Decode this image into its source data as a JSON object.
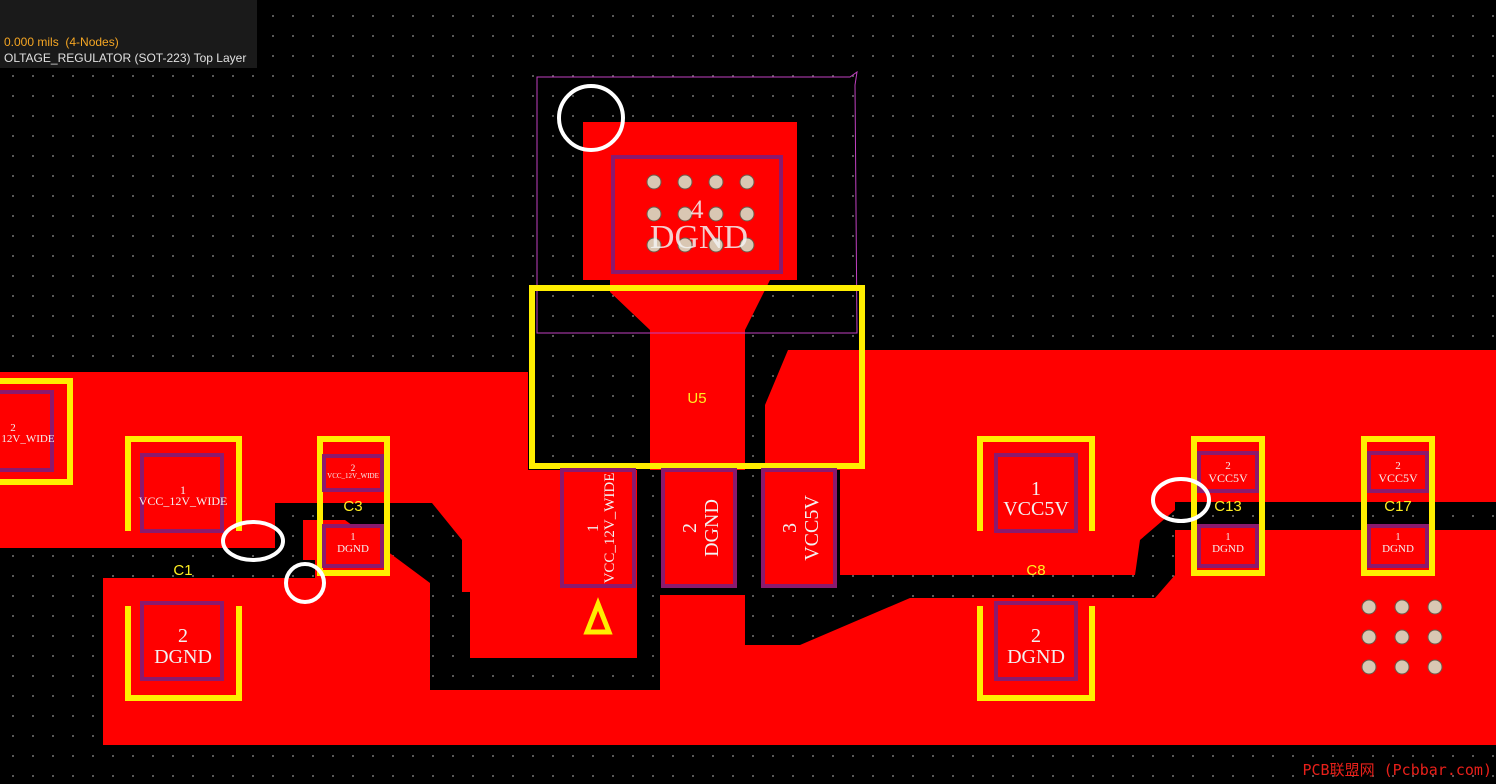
{
  "info": {
    "line1": "0.000 mils  (4-Nodes)",
    "line2": "OLTAGE_REGULATOR (SOT-223) Top Layer"
  },
  "colors": {
    "copper": "#ff0000",
    "pad_border": "#8b1a6e",
    "overlay": "#ffee00",
    "courtyard": "#c040c0",
    "background": "#000000",
    "marker": "#ffffff"
  },
  "designators": {
    "u5": "U5",
    "c1": "C1",
    "c3": "C3",
    "c8": "C8",
    "c13": "C13",
    "c17": "C17"
  },
  "pads": {
    "u5_4_num": "4",
    "u5_4_net": "DGND",
    "u5_1_num": "1",
    "u5_1_net": "VCC_12V_WIDE",
    "u5_2_num": "2",
    "u5_2_net": "DGND",
    "u5_3_num": "3",
    "u5_3_net": "VCC5V",
    "left_num": "2",
    "left_net": "12V_WIDE",
    "c1_1_num": "1",
    "c1_1_net": "VCC_12V_WIDE",
    "c1_2_num": "2",
    "c1_2_net": "DGND",
    "c3_2_num": "2",
    "c3_2_net": "VCC_12V_WIDE",
    "c3_1_num": "1",
    "c3_1_net": "DGND",
    "c8_1_num": "1",
    "c8_1_net": "VCC5V",
    "c8_2_num": "2",
    "c8_2_net": "DGND",
    "c13_2_num": "2",
    "c13_2_net": "VCC5V",
    "c13_1_num": "1",
    "c13_1_net": "DGND",
    "c17_2_num": "2",
    "c17_2_net": "VCC5V",
    "c17_1_num": "1",
    "c17_1_net": "DGND"
  },
  "watermark": "PCB联盟网 (Pcbbar.com)"
}
